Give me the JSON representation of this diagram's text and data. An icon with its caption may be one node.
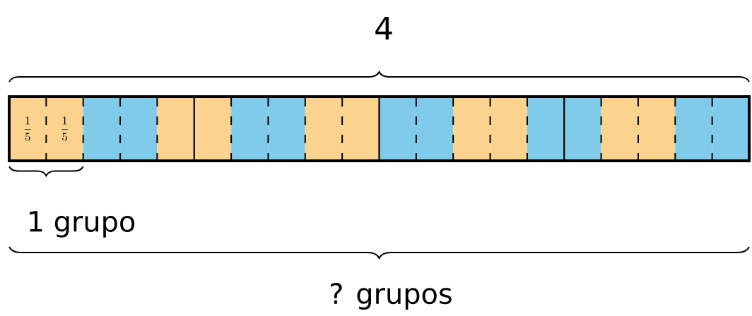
{
  "diagram": {
    "nodes": [
      {
        "text": [
          "\\frac{1}{5}"
        ]
      },
      {
        "text": [
          "\\frac{1}{5}"
        ]
      },
      {
        "text": [],
        "shape": "box"
      },
      {
        "text": [],
        "shape": "box"
      },
      {
        "text": [],
        "shape": "box"
      },
      {
        "text": [],
        "shape": "box"
      },
      {
        "text": [],
        "shape": "box"
      },
      {
        "text": [],
        "shape": "box"
      },
      {
        "text": [],
        "shape": "box"
      },
      {
        "text": [],
        "shape": "box"
      },
      {
        "text": [],
        "shape": "box"
      },
      {
        "text": [],
        "shape": "box"
      },
      {
        "text": [],
        "shape": "box"
      },
      {
        "text": [],
        "shape": "box"
      },
      {
        "text": [],
        "shape": "box"
      },
      {
        "text": [],
        "shape": "box"
      },
      {
        "text": [],
        "shape": "box"
      },
      {
        "text": [],
        "shape": "box"
      },
      {
        "text": [],
        "shape": "box"
      },
      {
        "text": [],
        "shape": "box"
      }
    ],
    "labels": [
      "4",
      "1 grupo",
      "? grupos"
    ]
  }
}
